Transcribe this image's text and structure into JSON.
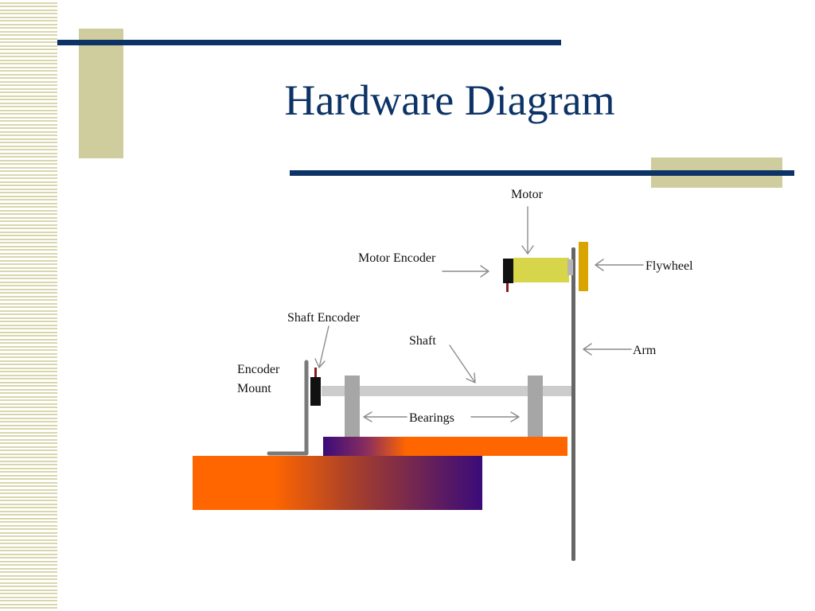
{
  "slide": {
    "title": "Hardware Diagram"
  },
  "colors": {
    "title_blue": "#0d3366",
    "accent_khaki": "#cfcc9e",
    "orange": "#ff6600",
    "purple": "#3a0b7a",
    "motor_yellow": "#d7d64a",
    "flywheel_gold": "#d9a400",
    "part_gray": "#a6a6a6",
    "shaft_gray": "#cccccc",
    "arm_gray": "#666666"
  },
  "labels": {
    "motor": "Motor",
    "motor_encoder": "Motor Encoder",
    "flywheel": "Flywheel",
    "shaft_encoder": "Shaft Encoder",
    "shaft": "Shaft",
    "arm": "Arm",
    "encoder_mount_line1": "Encoder",
    "encoder_mount_line2": "Mount",
    "bearings": "Bearings"
  }
}
